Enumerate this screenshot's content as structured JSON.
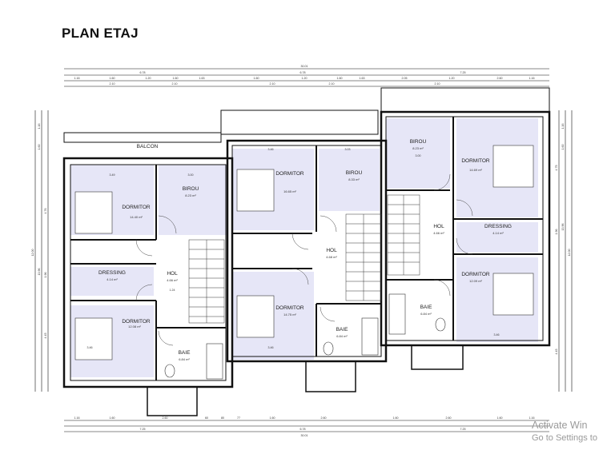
{
  "title": "PLAN ETAJ",
  "rooms": [
    {
      "id": "balcon",
      "name": "BALCON",
      "area": ""
    },
    {
      "id": "birou-1",
      "name": "BIROU",
      "area": "8.23 m²"
    },
    {
      "id": "dormitor-1",
      "name": "DORMITOR",
      "area": "14.40 m²"
    },
    {
      "id": "dressing-1",
      "name": "DRESSING",
      "area": "4.14 m²"
    },
    {
      "id": "hol-1",
      "name": "HOL",
      "area": "4.66 m²"
    },
    {
      "id": "dormitor-2",
      "name": "DORMITOR",
      "area": "12.08 m²"
    },
    {
      "id": "baie-1",
      "name": "BAIE",
      "area": "6.84 m²"
    },
    {
      "id": "dormitor-3",
      "name": "DORMITOR",
      "area": "16.65 m²"
    },
    {
      "id": "birou-2",
      "name": "BIROU",
      "area": "8.33 m²"
    },
    {
      "id": "hol-2",
      "name": "HOL",
      "area": "4.68 m²"
    },
    {
      "id": "dormitor-4",
      "name": "DORMITOR",
      "area": "14.75 m²"
    },
    {
      "id": "baie-2",
      "name": "BAIE",
      "area": "6.84 m²"
    },
    {
      "id": "birou-3",
      "name": "BIROU",
      "area": "8.23 m²"
    },
    {
      "id": "dormitor-5",
      "name": "DORMITOR",
      "area": "14.69 m²"
    },
    {
      "id": "hol-3",
      "name": "HOL",
      "area": "4.66 m²"
    },
    {
      "id": "dressing-2",
      "name": "DRESSING",
      "area": "4.14 m²"
    },
    {
      "id": "dormitor-6",
      "name": "DORMITOR",
      "area": "12.09 m²"
    },
    {
      "id": "baie-3",
      "name": "BAIE",
      "area": "6.84 m²"
    }
  ],
  "dimensions": {
    "top_total": "30.01",
    "top_overall": [
      "6.78",
      "6.78",
      "7.25"
    ],
    "top_chain": [
      "1.16",
      "1.60",
      "1.20",
      "1.60",
      "1.63",
      "1.60",
      "1.20",
      "1.60",
      "1.63",
      "2.05",
      "1.20",
      "2.60",
      "1.16"
    ],
    "top_rooms": [
      "2.10",
      "2.10",
      "2.10",
      "2.10",
      "2.10"
    ],
    "bottom_chain": [
      "1.16",
      "1.60",
      "2.60",
      "60",
      "80",
      "77",
      "1.60",
      "2.60",
      "1.60",
      "2.60",
      "1.60",
      "1.16"
    ],
    "bottom_overall": [
      "7.25",
      "6.78",
      "7.25"
    ],
    "bottom_total": "30.01",
    "left_vertical": [
      "1.16",
      "1.60",
      "4.76",
      "12.00",
      "13.96",
      "1.96",
      "4.45"
    ],
    "right_vertical": [
      "1.16",
      "1.60",
      "4.75",
      "12.00",
      "13.96",
      "1.96",
      "4.45"
    ],
    "interior": [
      "3.49",
      "3.00",
      "3.46",
      "1.24",
      "3.46",
      "3.03",
      "3.46",
      "3.00",
      "3.46"
    ]
  },
  "watermark": {
    "line1": "Activate Win",
    "line2": "Go to Settings to"
  }
}
